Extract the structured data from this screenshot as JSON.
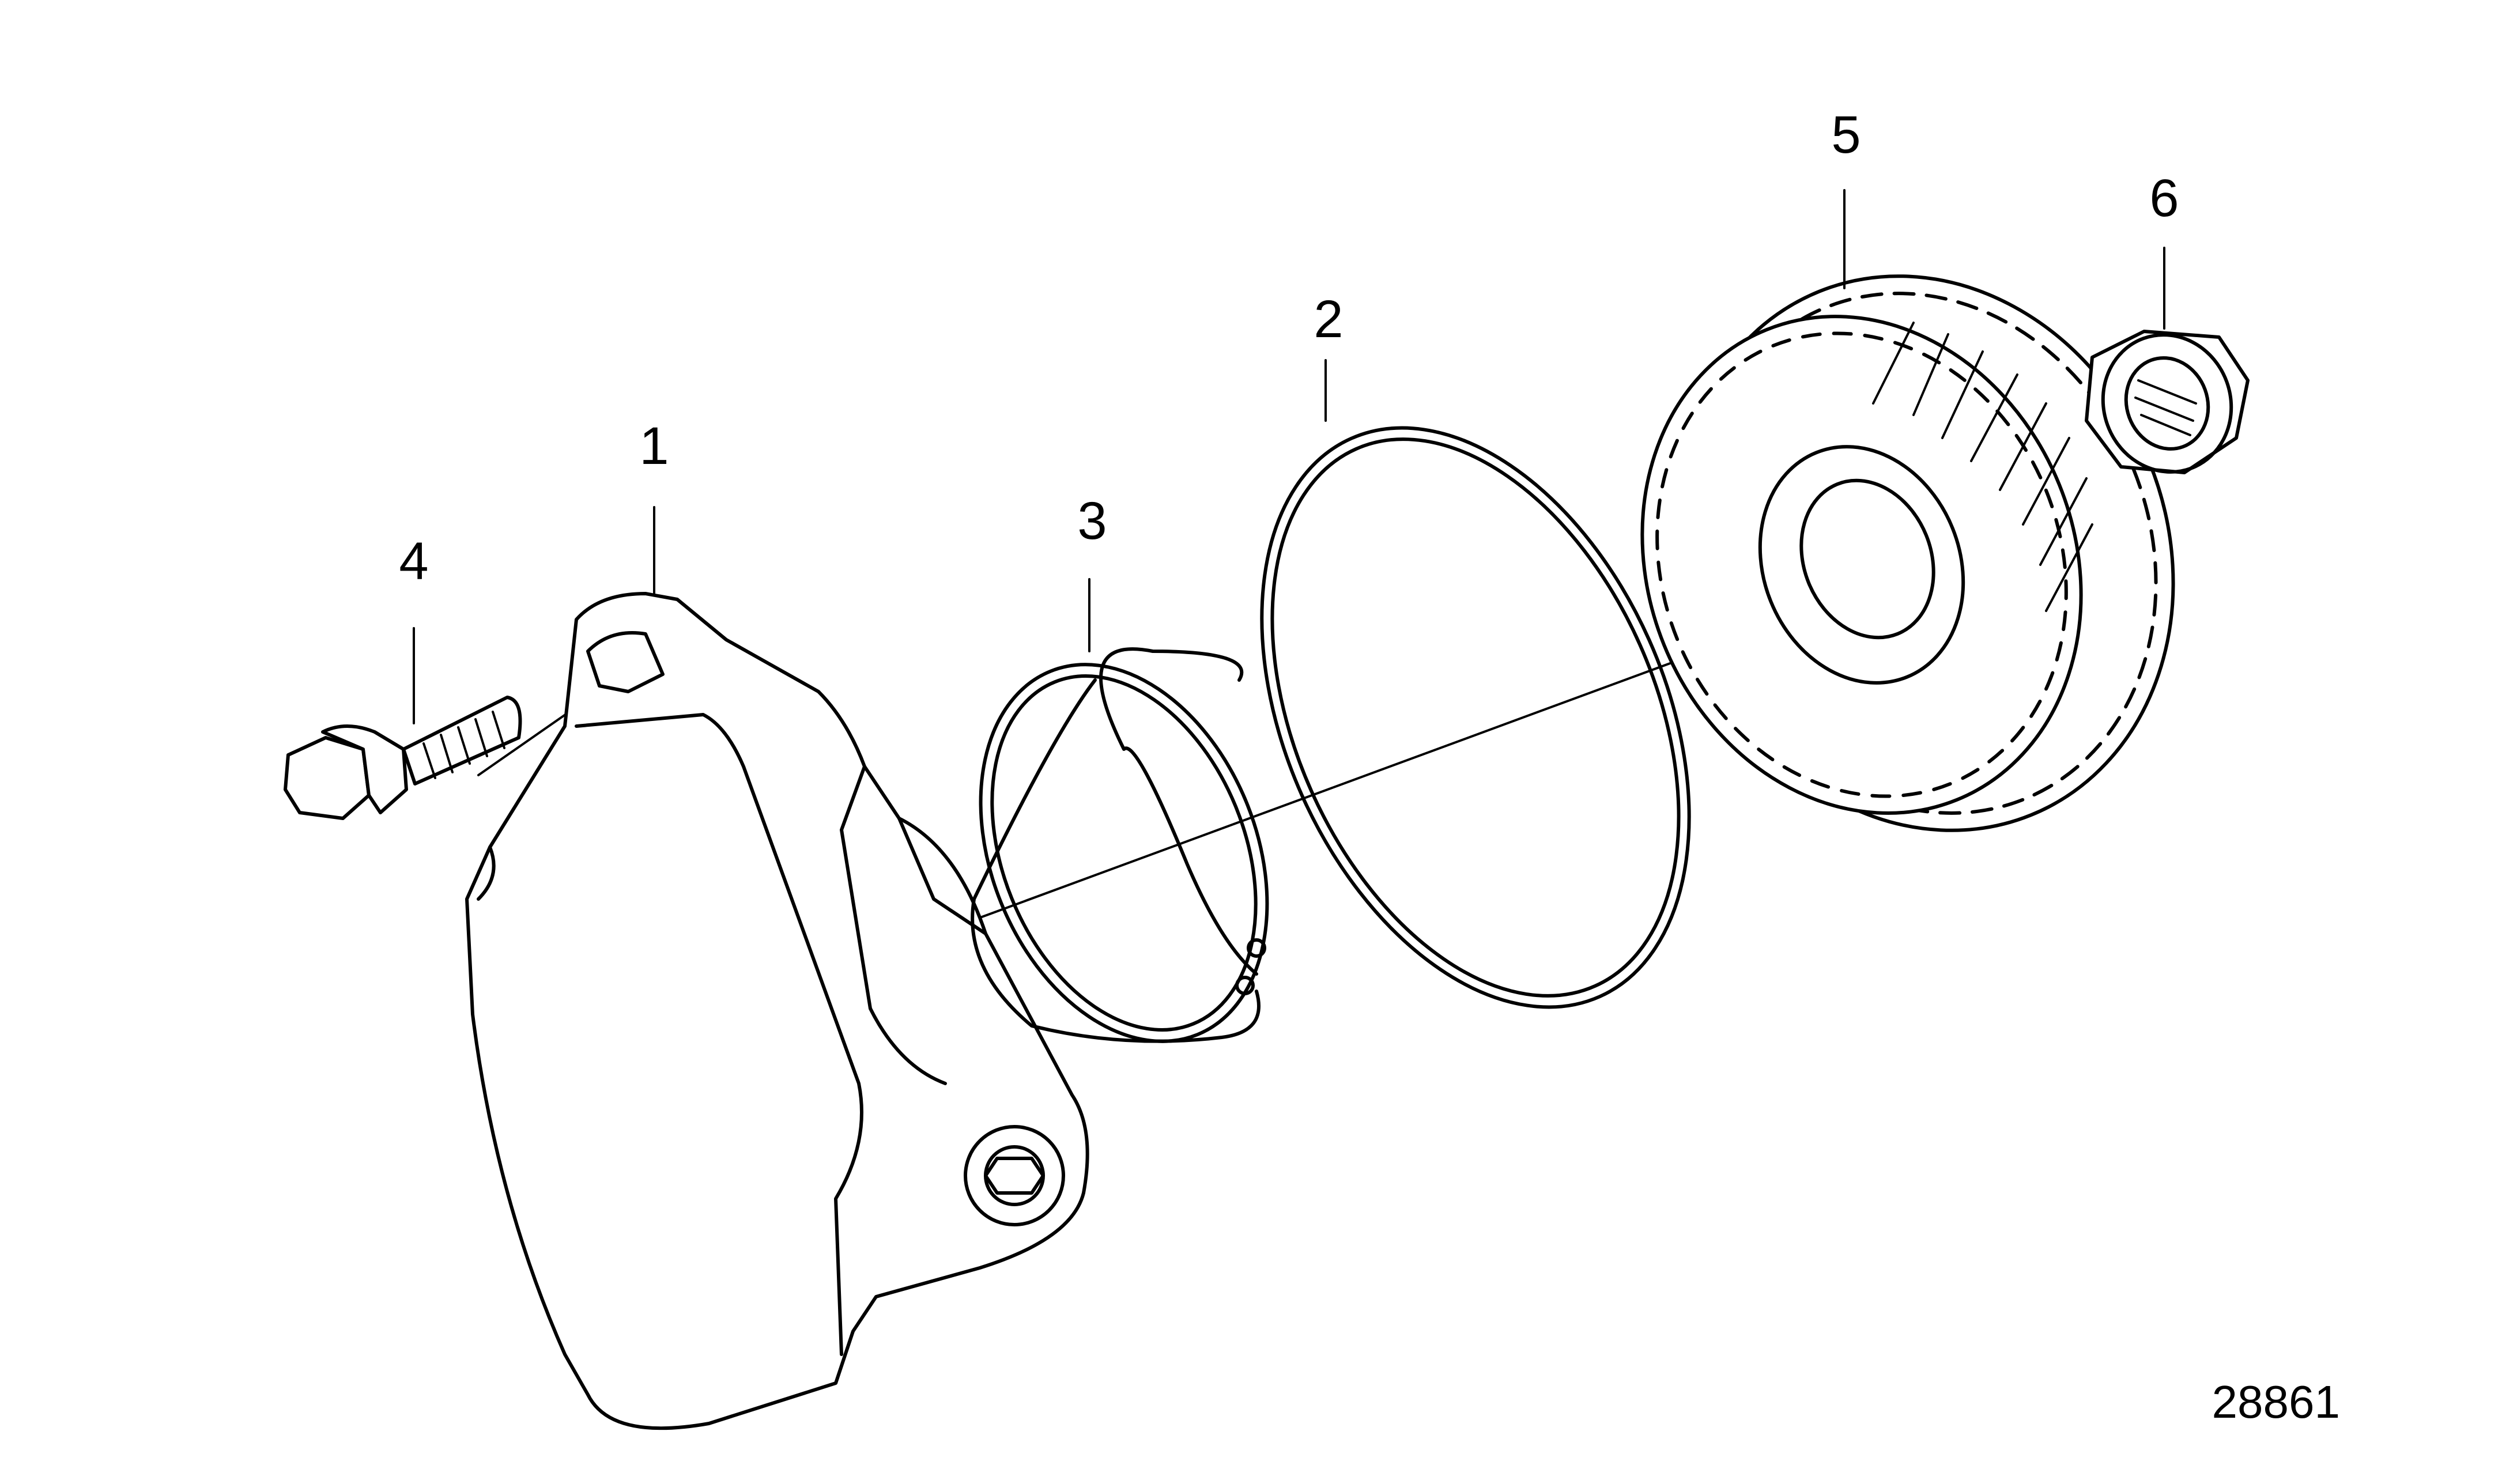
{
  "callouts": [
    {
      "id": "1",
      "label": "1"
    },
    {
      "id": "2",
      "label": "2"
    },
    {
      "id": "3",
      "label": "3"
    },
    {
      "id": "4",
      "label": "4"
    },
    {
      "id": "5",
      "label": "5"
    },
    {
      "id": "6",
      "label": "6"
    }
  ],
  "figure_number": "28861"
}
